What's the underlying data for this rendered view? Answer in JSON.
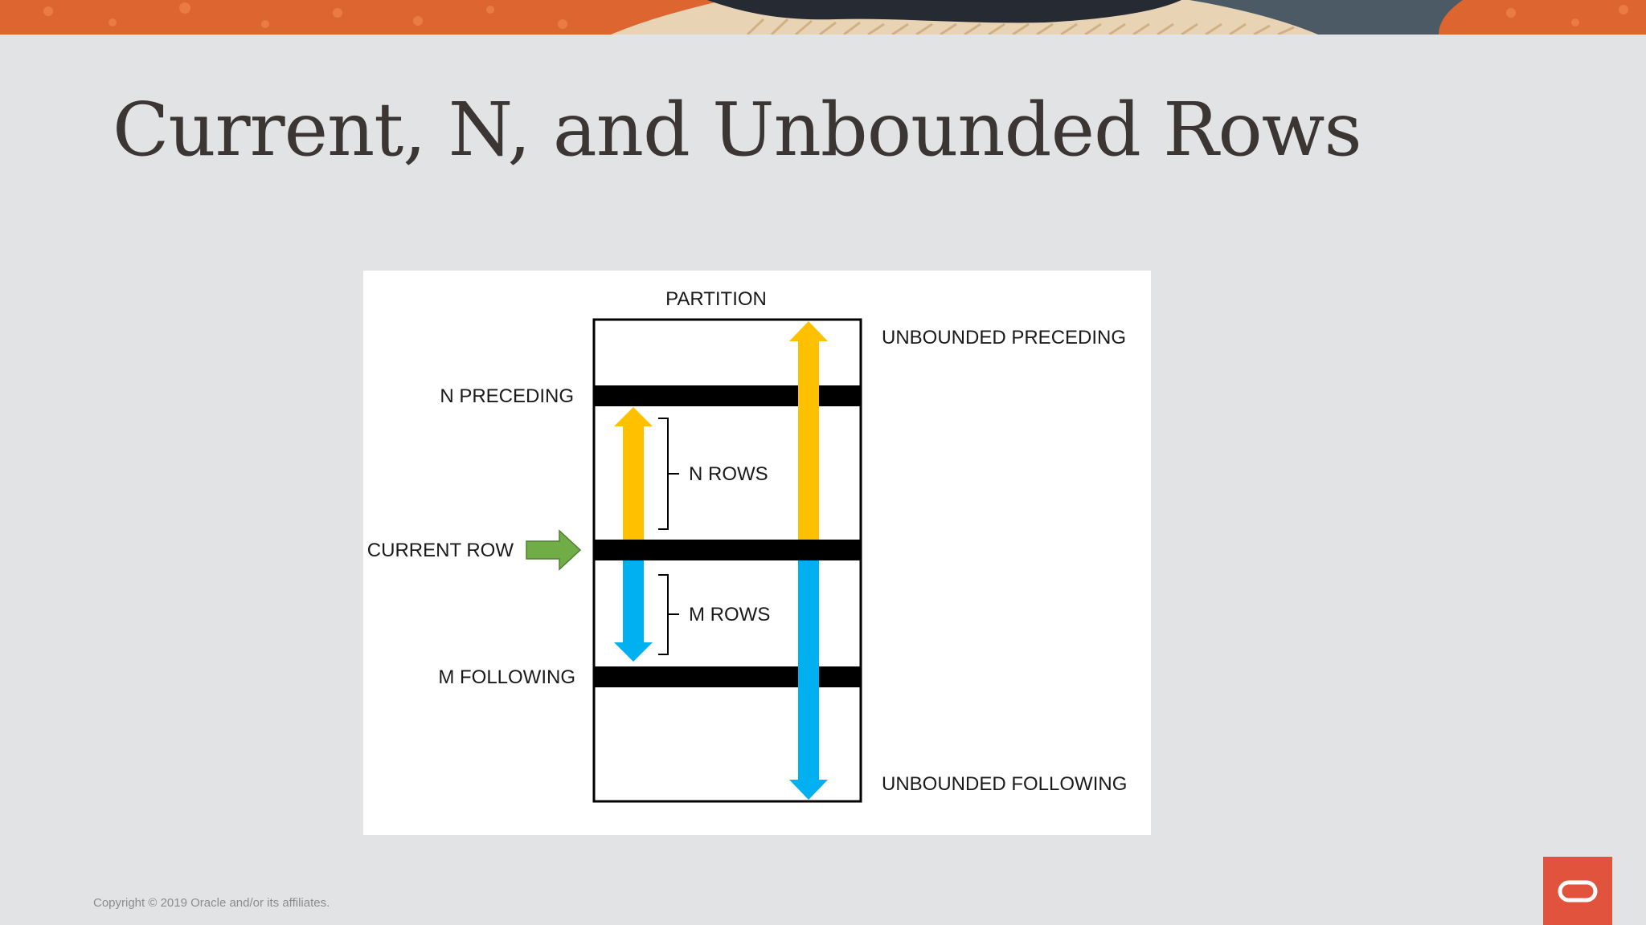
{
  "slide": {
    "title": "Current, N, and Unbounded Rows",
    "copyright": "Copyright © 2019 Oracle and/or its affiliates."
  },
  "diagram": {
    "header": "PARTITION",
    "left_labels": {
      "n_preceding": "N PRECEDING",
      "current_row": "CURRENT ROW",
      "m_following": "M FOLLOWING"
    },
    "right_labels": {
      "unbounded_preceding": "UNBOUNDED PRECEDING",
      "unbounded_following": "UNBOUNDED FOLLOWING"
    },
    "brackets": {
      "n_rows": "N ROWS",
      "m_rows": "M ROWS"
    }
  },
  "colors": {
    "preceding_arrow": "#ffc000",
    "following_arrow": "#00b0f0",
    "current_row_arrow": "#70ad47",
    "boundary_bar": "#000000",
    "panel_background": "#ffffff",
    "slide_background": "#e2e3e4",
    "oracle_red": "#e2533d"
  },
  "icons": {
    "logo": "oracle-logo-icon"
  }
}
